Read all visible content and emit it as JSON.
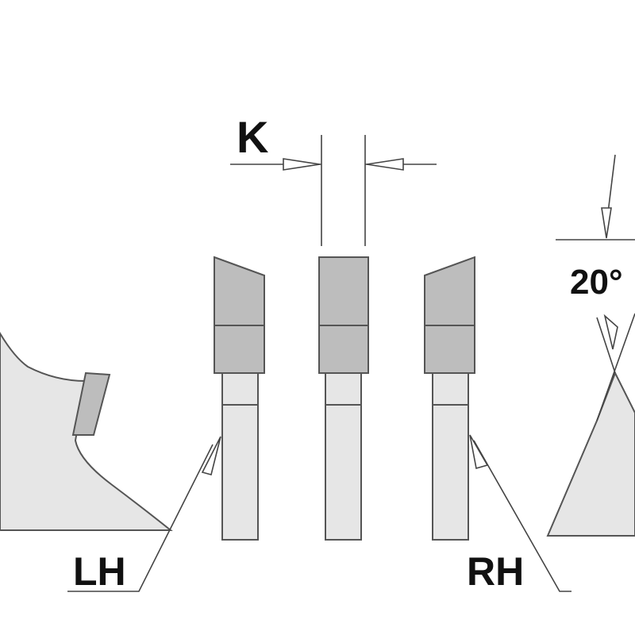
{
  "labels": {
    "kerf": "K",
    "left_hand": "LH",
    "right_hand": "RH",
    "angle": "20°"
  },
  "colors": {
    "background": "#ffffff",
    "body_fill": "#e6e6e6",
    "tip_fill": "#bdbdbd",
    "outline": "#555555",
    "text": "#111111"
  }
}
